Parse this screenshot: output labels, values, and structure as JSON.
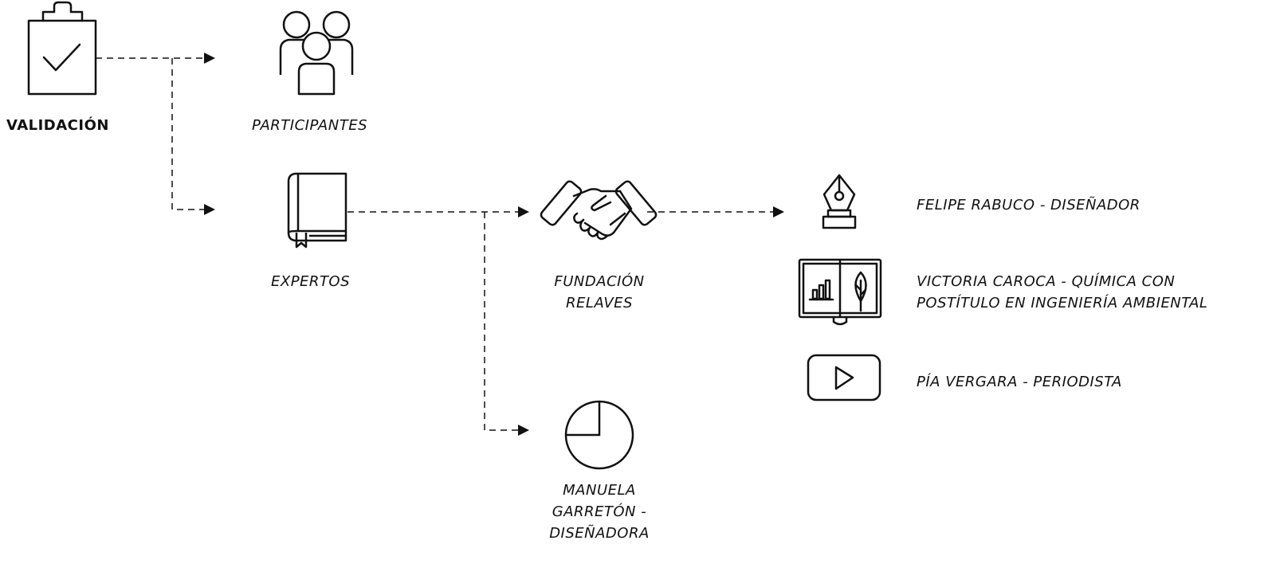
{
  "nodes": {
    "validacion": "VALIDACIÓN",
    "participantes": "PARTICIPANTES",
    "expertos": "EXPERTOS",
    "fundacion_line1": "FUNDACIÓN",
    "fundacion_line2": "RELAVES",
    "manuela_line1": "MANUELA",
    "manuela_line2": "GARRETÓN -",
    "manuela_line3": "DISEÑADORA",
    "felipe": "FELIPE RABUCO - DISEÑADOR",
    "victoria_line1": "VICTORIA CAROCA -  QUÍMICA CON",
    "victoria_line2": "POSTÍTULO EN INGENIERÍA AMBIENTAL",
    "pia": "PÍA VERGARA - PERIODISTA"
  },
  "icons": {
    "validacion": "clipboard-check-icon",
    "participantes": "people-group-icon",
    "expertos": "book-icon",
    "fundacion": "handshake-icon",
    "manuela": "pie-chart-icon",
    "felipe": "pen-nib-icon",
    "victoria": "open-book-chart-leaf-icon",
    "pia": "play-button-icon"
  },
  "colors": {
    "stroke": "#111111",
    "background": "#ffffff"
  }
}
